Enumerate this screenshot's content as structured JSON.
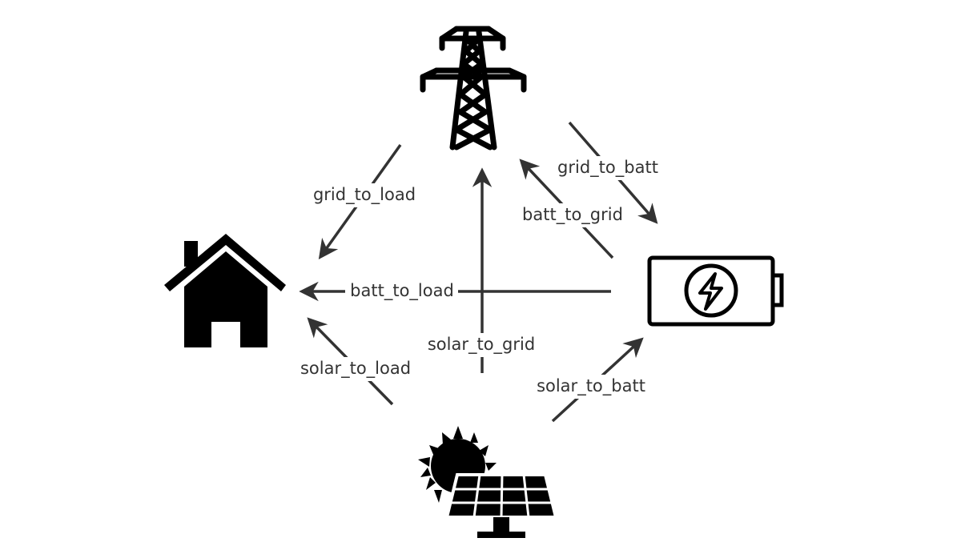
{
  "nodes": {
    "grid": {
      "icon": "power-tower-icon"
    },
    "load": {
      "icon": "house-icon"
    },
    "battery": {
      "icon": "battery-bolt-icon"
    },
    "solar": {
      "icon": "solar-panel-sun-icon"
    }
  },
  "flows": {
    "grid_to_load": "grid_to_load",
    "grid_to_batt": "grid_to_batt",
    "batt_to_grid": "batt_to_grid",
    "batt_to_load": "batt_to_load",
    "solar_to_grid": "solar_to_grid",
    "solar_to_load": "solar_to_load",
    "solar_to_batt": "solar_to_batt"
  },
  "colors": {
    "arrow": "#333333",
    "icon": "#000000",
    "background": "#ffffff"
  }
}
